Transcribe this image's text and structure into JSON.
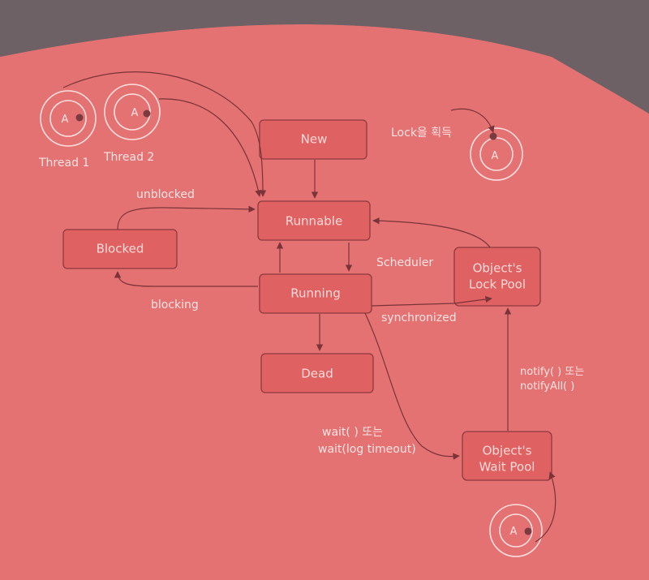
{
  "states": {
    "new": "New",
    "runnable": "Runnable",
    "blocked": "Blocked",
    "running": "Running",
    "dead": "Dead",
    "lock_pool": [
      "Object's",
      "Lock Pool"
    ],
    "wait_pool": [
      "Object's",
      "Wait Pool"
    ]
  },
  "threads": {
    "thread1": "Thread 1",
    "thread2": "Thread 2",
    "marker": "A"
  },
  "labels": {
    "unblocked": "unblocked",
    "blocking": "blocking",
    "scheduler": "Scheduler",
    "synchronized": "synchronized",
    "lock_acquire": "Lock을 획득",
    "wait_line1": "wait( ) 또는",
    "wait_line2": "wait(log timeout)",
    "notify_line1": "notify( ) 또는",
    "notify_line2": "notifyAll( )"
  },
  "colors": {
    "page": "#e47272",
    "box_fill": "#e06161",
    "line": "#7a3338",
    "text": "#ffe2e2"
  }
}
